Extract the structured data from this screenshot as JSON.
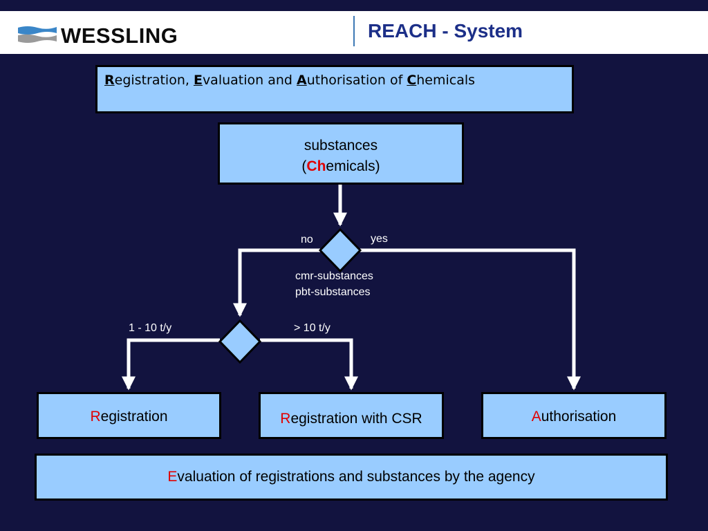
{
  "header": {
    "logo_text": "WESSLING",
    "title": "REACH - System"
  },
  "top_box": {
    "r": "R",
    "r_rest": "egistration, ",
    "e": "E",
    "e_rest": "valuation and ",
    "a": "A",
    "a_rest": "uthorisation of ",
    "c": "C",
    "c_rest": "hemicals"
  },
  "substances_box": {
    "line1": "substances",
    "open_paren": "(",
    "ch": "Ch",
    "rest": "emicals)"
  },
  "decision1": {
    "no_label": "no",
    "yes_label": "yes",
    "criteria_line1": "cmr-substances",
    "criteria_line2": "pbt-substances"
  },
  "decision2": {
    "left_label": "1 - 10 t/y",
    "right_label": "> 10 t/y"
  },
  "registration_box": {
    "accent": "R",
    "rest": "egistration"
  },
  "registration_csr_box": {
    "accent": "R",
    "rest": "egistration with CSR"
  },
  "authorisation_box": {
    "accent": "A",
    "rest": "uthorisation"
  },
  "evaluation_box": {
    "accent": "E",
    "rest": "valuation of registrations and substances by the agency"
  },
  "colors": {
    "background": "#12133f",
    "box_fill": "#99ccff",
    "accent": "#e00000",
    "title": "#1c2f88",
    "arrow": "#ffffff"
  }
}
